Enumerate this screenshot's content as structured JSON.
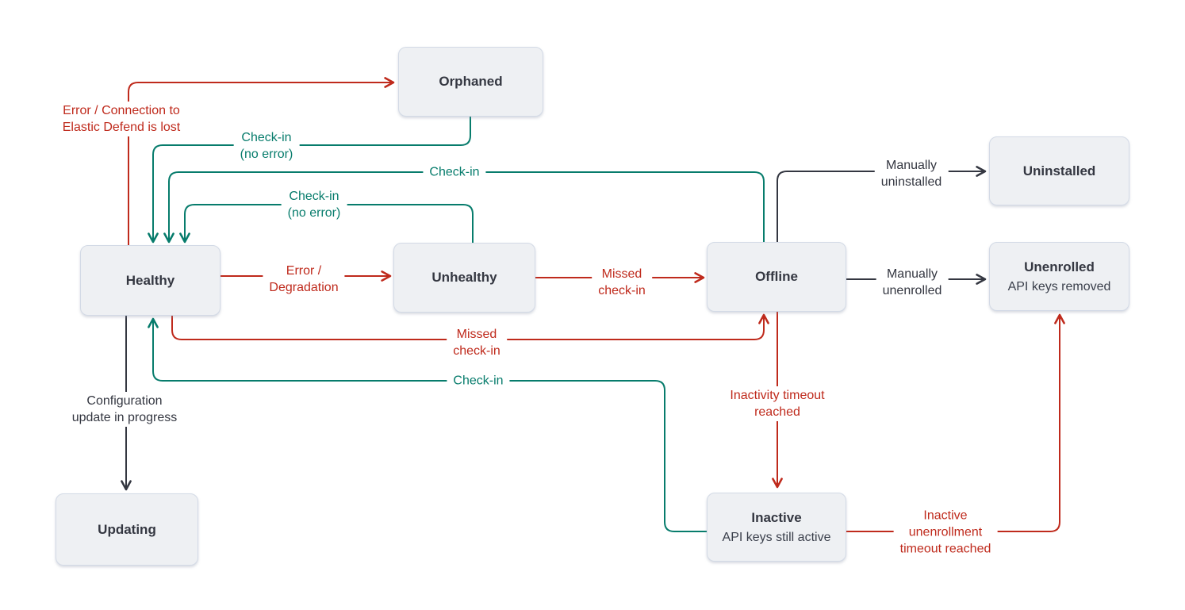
{
  "colors": {
    "error": "#bf2a1c",
    "success": "#077c6c",
    "neutral": "#343741",
    "node_fill": "#eef0f3",
    "node_border": "#d3dae6"
  },
  "nodes": {
    "orphaned": {
      "label": "Orphaned"
    },
    "healthy": {
      "label": "Healthy"
    },
    "unhealthy": {
      "label": "Unhealthy"
    },
    "offline": {
      "label": "Offline"
    },
    "uninstalled": {
      "label": "Uninstalled"
    },
    "unenrolled": {
      "label": "Unenrolled",
      "sublabel": "API keys removed"
    },
    "updating": {
      "label": "Updating"
    },
    "inactive": {
      "label": "Inactive",
      "sublabel": "API keys still active"
    }
  },
  "edge_labels": {
    "error_connection_lost": "Error / Connection to\nElastic Defend is lost",
    "checkin_no_error_from_orphaned": "Check-in\n(no error)",
    "checkin_from_offline": "Check-in",
    "checkin_no_error_from_unhealthy": "Check-in\n(no error)",
    "error_degradation": "Error /\nDegradation",
    "missed_checkin_to_offline": "Missed\ncheck-in",
    "manually_uninstalled": "Manually\nuninstalled",
    "manually_unenrolled": "Manually\nunenrolled",
    "missed_checkin_from_healthy": "Missed\ncheck-in",
    "checkin_from_inactive": "Check-in",
    "configuration_update": "Configuration\nupdate in progress",
    "inactivity_timeout": "Inactivity timeout\nreached",
    "inactive_unenrollment_timeout": "Inactive\nunenrollment\ntimeout reached"
  }
}
